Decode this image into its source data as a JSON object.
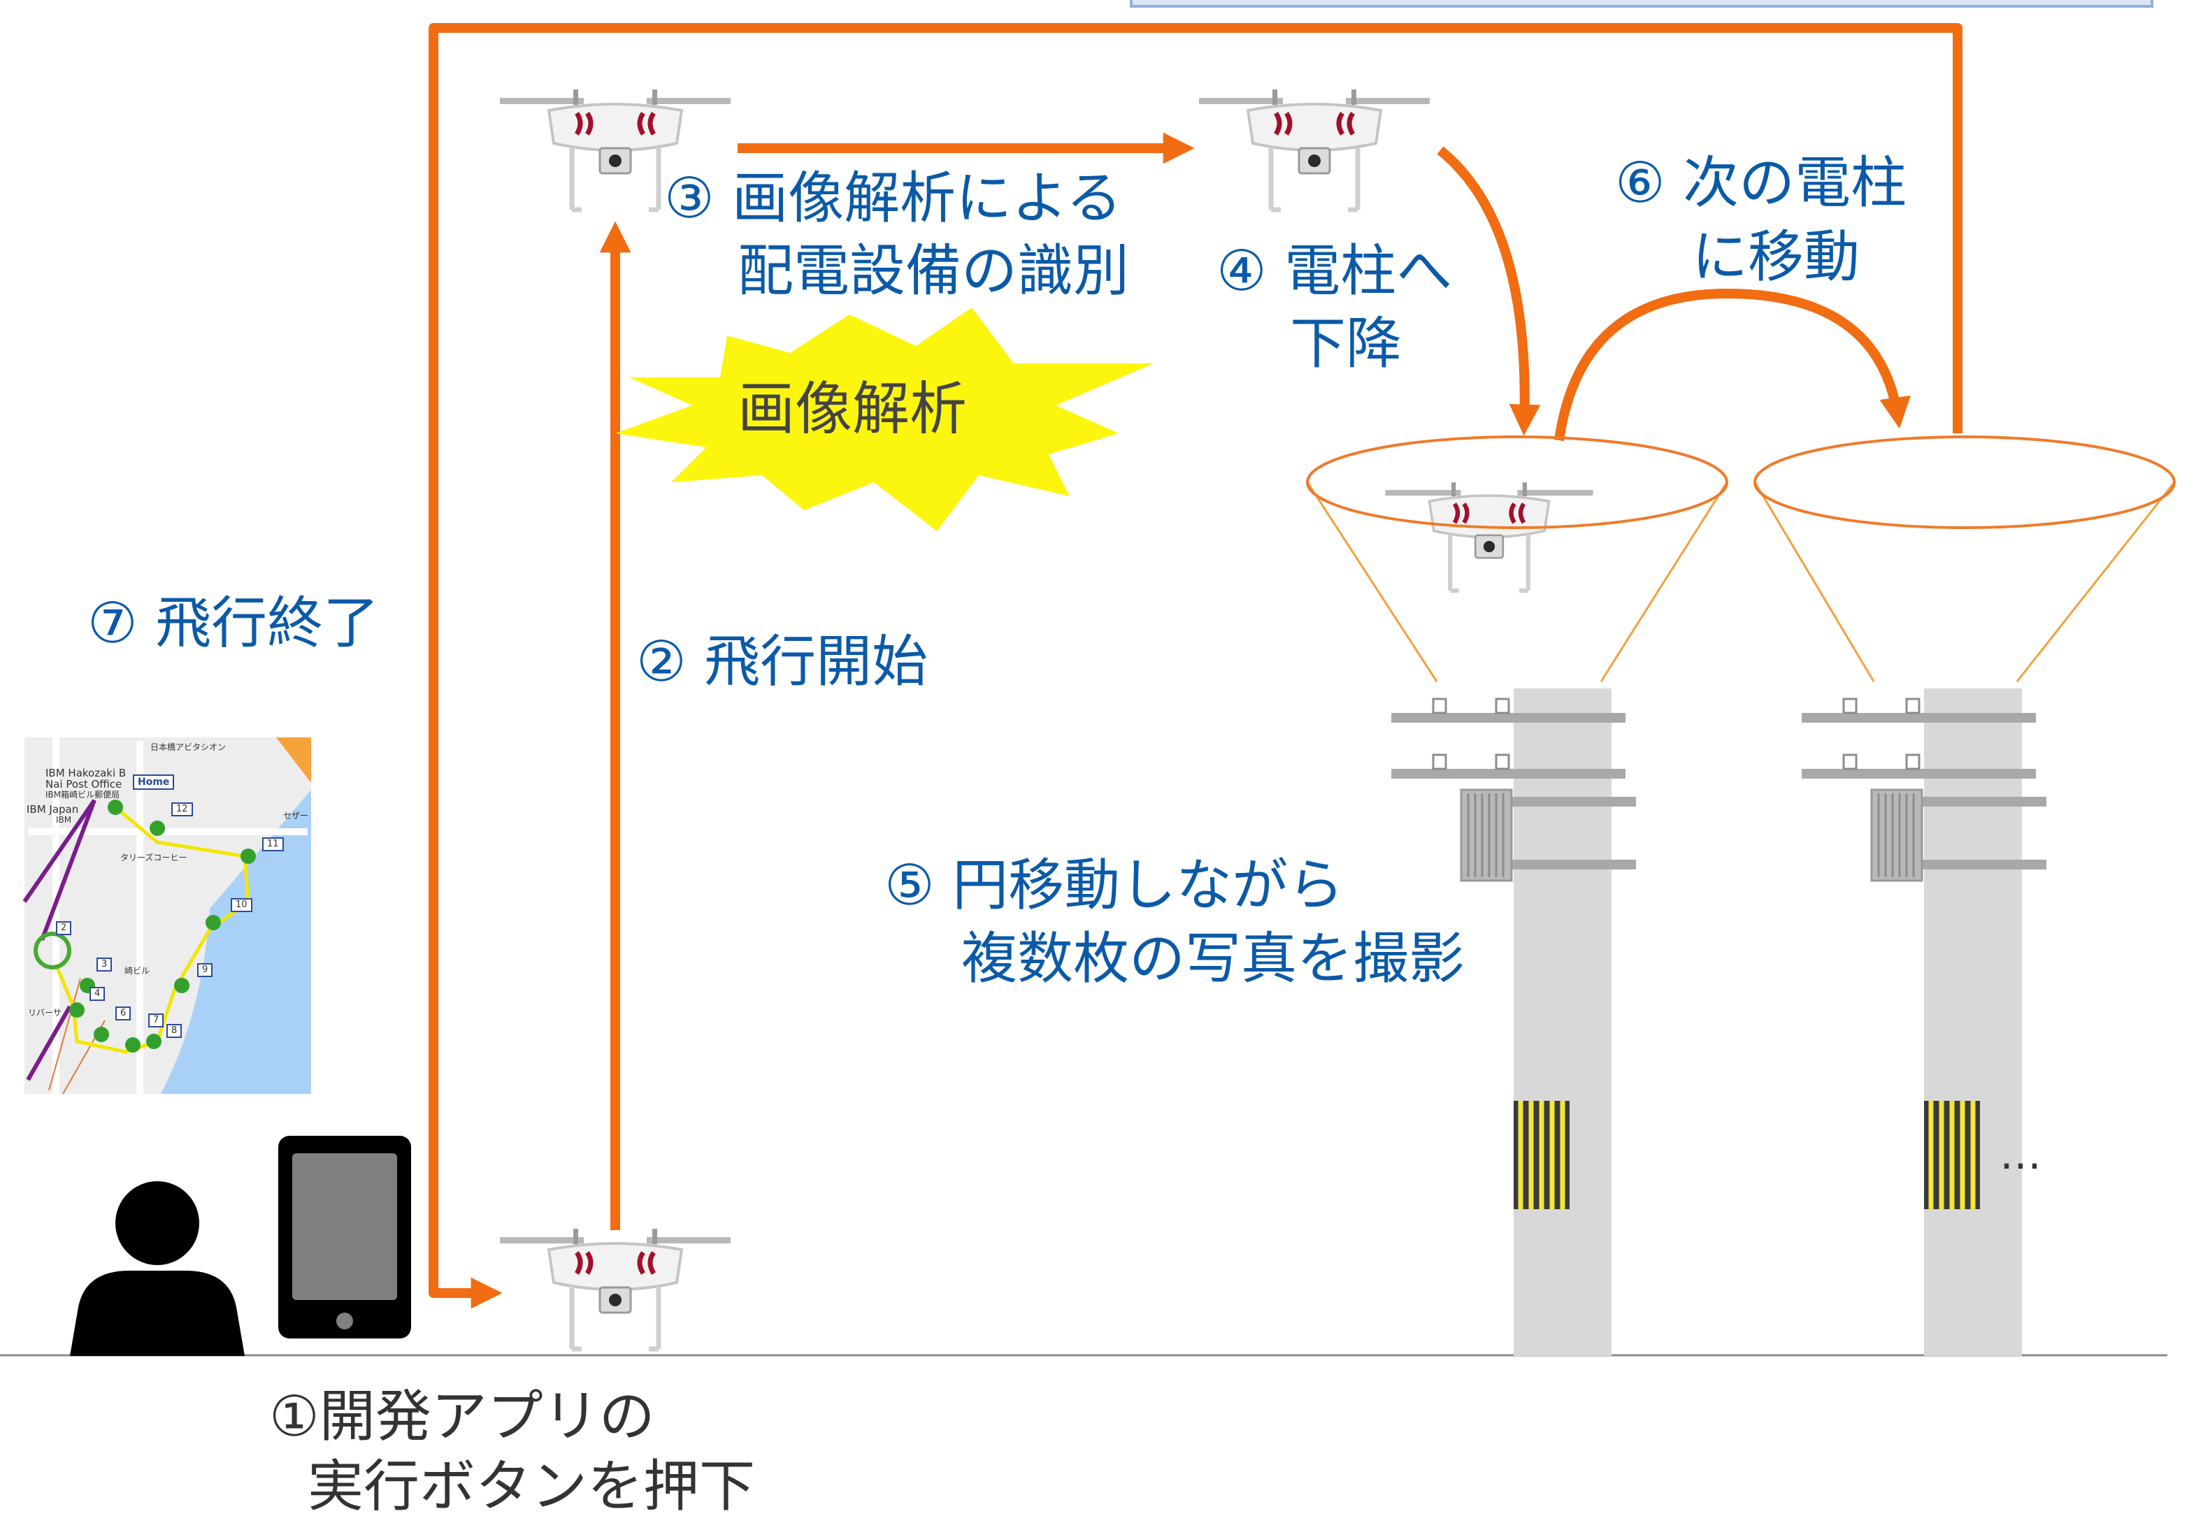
{
  "colors": {
    "arrow": "#f26c12",
    "label_text": "#0b5aa8",
    "step1_text": "#333333",
    "burst_fill": "#fcf60f",
    "pole": "#d8d8d8",
    "crossarm": "#a8a8a8",
    "cone_line": "#f3a13c",
    "band": "#f3e63a",
    "person": "#000000",
    "map_water": "#a9d1f7"
  },
  "steps": {
    "step1_line1": "①開発アプリの",
    "step1_line2": "実行ボタンを押下",
    "step2": "② 飛行開始",
    "step3_line1": "③ 画像解析による",
    "step3_line2": "配電設備の識別",
    "step4_line1": "④ 電柱へ",
    "step4_line2": "下降",
    "step5_line1": "⑤ 円移動しながら",
    "step5_line2": "複数枚の写真を撮影",
    "step6_line1": "⑥ 次の電柱",
    "step6_line2": "に移動",
    "step7": "⑦ 飛行終了"
  },
  "burst_label": "画像解析",
  "ellipsis": "…",
  "map": {
    "labels": {
      "poi_top": "日本橋アビタシオン",
      "poi_1": "IBM Hakozaki B",
      "poi_2": "Nai Post Office",
      "poi_3": "IBM箱崎ビル郵便局",
      "poi_4": "IBM Japan",
      "poi_5": "IBM",
      "poi_6": "タリーズコーヒー",
      "poi_7": "セザー",
      "poi_8": "崎ビル",
      "poi_9": "リバーサ"
    },
    "home": "Home",
    "waypoints": [
      "2",
      "3",
      "4",
      "6",
      "7",
      "8",
      "9",
      "10",
      "11",
      "12"
    ]
  },
  "icons": {
    "drone": "drone-icon",
    "tablet": "tablet-icon",
    "person": "person-icon",
    "pole": "utility-pole-icon",
    "burst": "starburst-icon",
    "map": "map-screenshot"
  }
}
